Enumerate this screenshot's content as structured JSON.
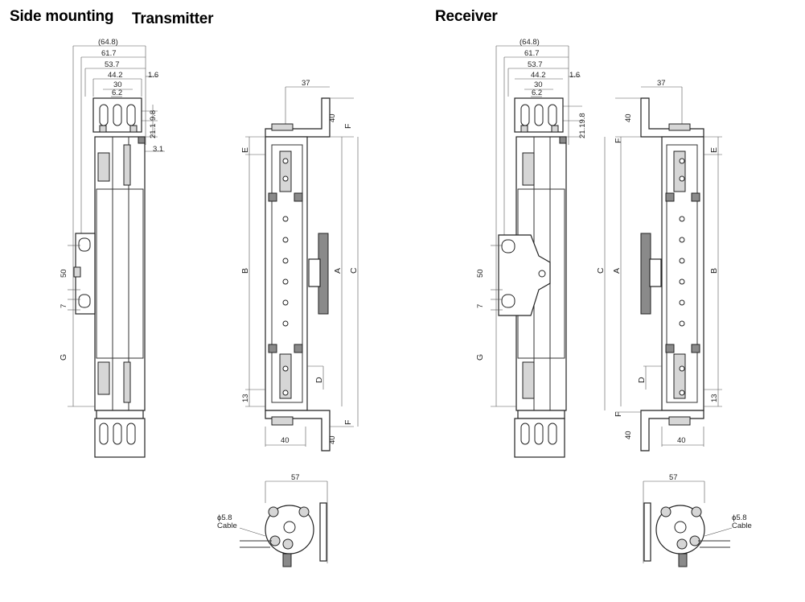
{
  "headings": {
    "side_mounting": "Side mounting",
    "transmitter": "Transmitter",
    "receiver": "Receiver"
  },
  "dimensions": {
    "overall_ref": "(64.8)",
    "w61_7": "61.7",
    "w53_7": "53.7",
    "w44_2": "44.2",
    "w30": "30",
    "w6_2": "6.2",
    "d1_6": "1.6",
    "d21_1": "21.1",
    "d9_8": "9.8",
    "d21_19_8": "21.19.8",
    "d3_1": "3.1",
    "d50": "50",
    "d7": "7",
    "d37": "37",
    "d40": "40",
    "d13": "13",
    "d57": "57"
  },
  "letters": {
    "A": "A",
    "B": "B",
    "C": "C",
    "D": "D",
    "E": "E",
    "F": "F",
    "G": "G"
  },
  "cable": {
    "diameter": "ϕ5.8",
    "label": "Cable"
  }
}
